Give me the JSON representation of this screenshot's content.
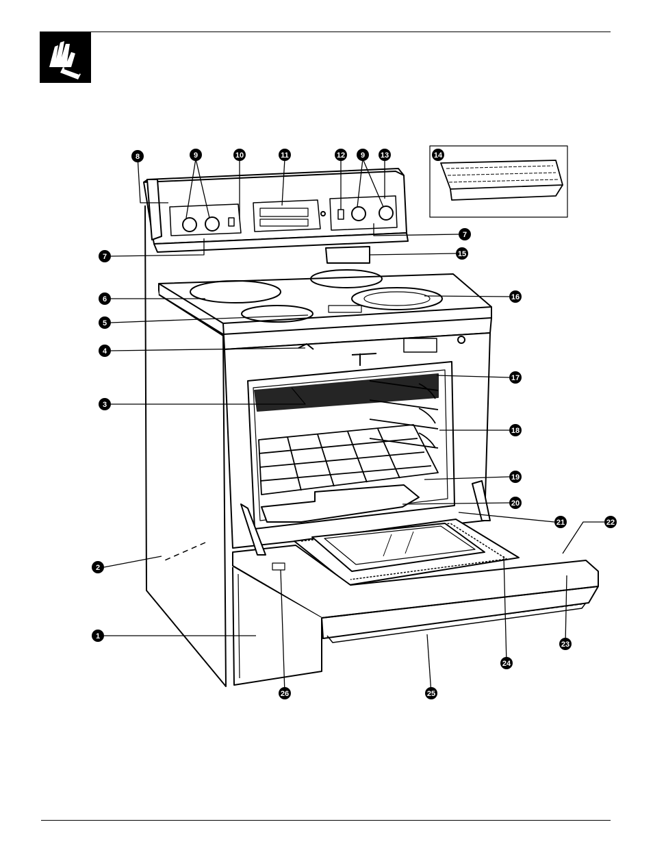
{
  "header": {
    "logo_icon": "hand-pressing-button-icon"
  },
  "diagram": {
    "subject": "range-oven-exploded-view",
    "inset_icon": "broiler-pan-icon",
    "callouts": [
      {
        "id": "c8",
        "label": "8"
      },
      {
        "id": "c9a",
        "label": "9"
      },
      {
        "id": "c10",
        "label": "10"
      },
      {
        "id": "c11",
        "label": "11"
      },
      {
        "id": "c12",
        "label": "12"
      },
      {
        "id": "c9b",
        "label": "9"
      },
      {
        "id": "c13",
        "label": "13"
      },
      {
        "id": "c14",
        "label": "14"
      },
      {
        "id": "c7a",
        "label": "7"
      },
      {
        "id": "c7b",
        "label": "7"
      },
      {
        "id": "c15",
        "label": "15"
      },
      {
        "id": "c6",
        "label": "6"
      },
      {
        "id": "c16",
        "label": "16"
      },
      {
        "id": "c5",
        "label": "5"
      },
      {
        "id": "c4",
        "label": "4"
      },
      {
        "id": "c17",
        "label": "17"
      },
      {
        "id": "c3",
        "label": "3"
      },
      {
        "id": "c18",
        "label": "18"
      },
      {
        "id": "c19",
        "label": "19"
      },
      {
        "id": "c20",
        "label": "20"
      },
      {
        "id": "c21",
        "label": "21"
      },
      {
        "id": "c22",
        "label": "22"
      },
      {
        "id": "c2",
        "label": "2"
      },
      {
        "id": "c1",
        "label": "1"
      },
      {
        "id": "c23",
        "label": "23"
      },
      {
        "id": "c24",
        "label": "24"
      },
      {
        "id": "c26",
        "label": "26"
      },
      {
        "id": "c25",
        "label": "25"
      }
    ]
  }
}
